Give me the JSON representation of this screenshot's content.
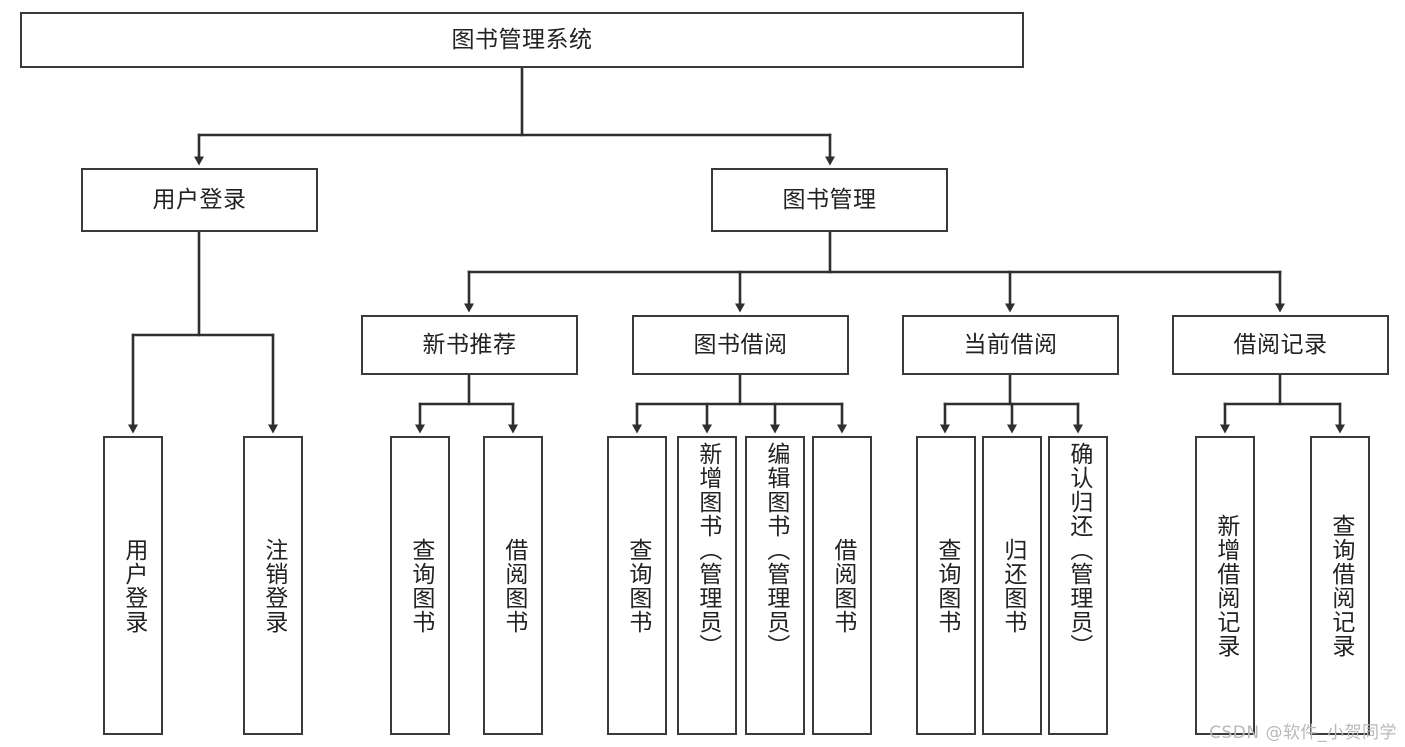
{
  "diagram": {
    "type": "tree",
    "title": "图书管理系统",
    "watermark": "CSDN @软件_小贺同学",
    "colors": {
      "box_border": "#3a3a3a",
      "box_fill": "#ffffff",
      "edge": "#2f2f2f",
      "text": "#222222",
      "watermark": "#b9b9b9"
    },
    "nodes": {
      "root": {
        "label": "图书管理系统",
        "level": 1,
        "orientation": "horizontal"
      },
      "user_login": {
        "label": "用户登录",
        "level": 2,
        "orientation": "horizontal"
      },
      "book_manage": {
        "label": "图书管理",
        "level": 2,
        "orientation": "horizontal"
      },
      "new_book_rec": {
        "label": "新书推荐",
        "level": 3,
        "orientation": "horizontal"
      },
      "book_borrow": {
        "label": "图书借阅",
        "level": 3,
        "orientation": "horizontal"
      },
      "current_borrow": {
        "label": "当前借阅",
        "level": 3,
        "orientation": "horizontal"
      },
      "borrow_record": {
        "label": "借阅记录",
        "level": 3,
        "orientation": "horizontal"
      },
      "leaf_user_login": {
        "label": "用户登录",
        "level": 4,
        "orientation": "vertical"
      },
      "leaf_logout": {
        "label": "注销登录",
        "level": 4,
        "orientation": "vertical"
      },
      "leaf_query_book_1": {
        "label": "查询图书",
        "level": 4,
        "orientation": "vertical"
      },
      "leaf_borrow_book_1": {
        "label": "借阅图书",
        "level": 4,
        "orientation": "vertical"
      },
      "leaf_query_book_2": {
        "label": "查询图书",
        "level": 4,
        "orientation": "vertical"
      },
      "leaf_add_book": {
        "label": "新增图书（管理员）",
        "level": 4,
        "orientation": "vertical"
      },
      "leaf_edit_book": {
        "label": "编辑图书（管理员）",
        "level": 4,
        "orientation": "vertical"
      },
      "leaf_borrow_book_2": {
        "label": "借阅图书",
        "level": 4,
        "orientation": "vertical"
      },
      "leaf_query_book_3": {
        "label": "查询图书",
        "level": 4,
        "orientation": "vertical"
      },
      "leaf_return_book": {
        "label": "归还图书",
        "level": 4,
        "orientation": "vertical"
      },
      "leaf_confirm_return": {
        "label": "确认归还（管理员）",
        "level": 4,
        "orientation": "vertical"
      },
      "leaf_add_record": {
        "label": "新增借阅记录",
        "level": 4,
        "orientation": "vertical"
      },
      "leaf_query_record": {
        "label": "查询借阅记录",
        "level": 4,
        "orientation": "vertical"
      }
    },
    "edges": [
      {
        "from": "root",
        "to": "user_login"
      },
      {
        "from": "root",
        "to": "book_manage"
      },
      {
        "from": "user_login",
        "to": "leaf_user_login"
      },
      {
        "from": "user_login",
        "to": "leaf_logout"
      },
      {
        "from": "book_manage",
        "to": "new_book_rec"
      },
      {
        "from": "book_manage",
        "to": "book_borrow"
      },
      {
        "from": "book_manage",
        "to": "current_borrow"
      },
      {
        "from": "book_manage",
        "to": "borrow_record"
      },
      {
        "from": "new_book_rec",
        "to": "leaf_query_book_1"
      },
      {
        "from": "new_book_rec",
        "to": "leaf_borrow_book_1"
      },
      {
        "from": "book_borrow",
        "to": "leaf_query_book_2"
      },
      {
        "from": "book_borrow",
        "to": "leaf_add_book"
      },
      {
        "from": "book_borrow",
        "to": "leaf_edit_book"
      },
      {
        "from": "book_borrow",
        "to": "leaf_borrow_book_2"
      },
      {
        "from": "current_borrow",
        "to": "leaf_query_book_3"
      },
      {
        "from": "current_borrow",
        "to": "leaf_return_book"
      },
      {
        "from": "current_borrow",
        "to": "leaf_confirm_return"
      },
      {
        "from": "borrow_record",
        "to": "leaf_add_record"
      },
      {
        "from": "borrow_record",
        "to": "leaf_query_record"
      }
    ]
  }
}
